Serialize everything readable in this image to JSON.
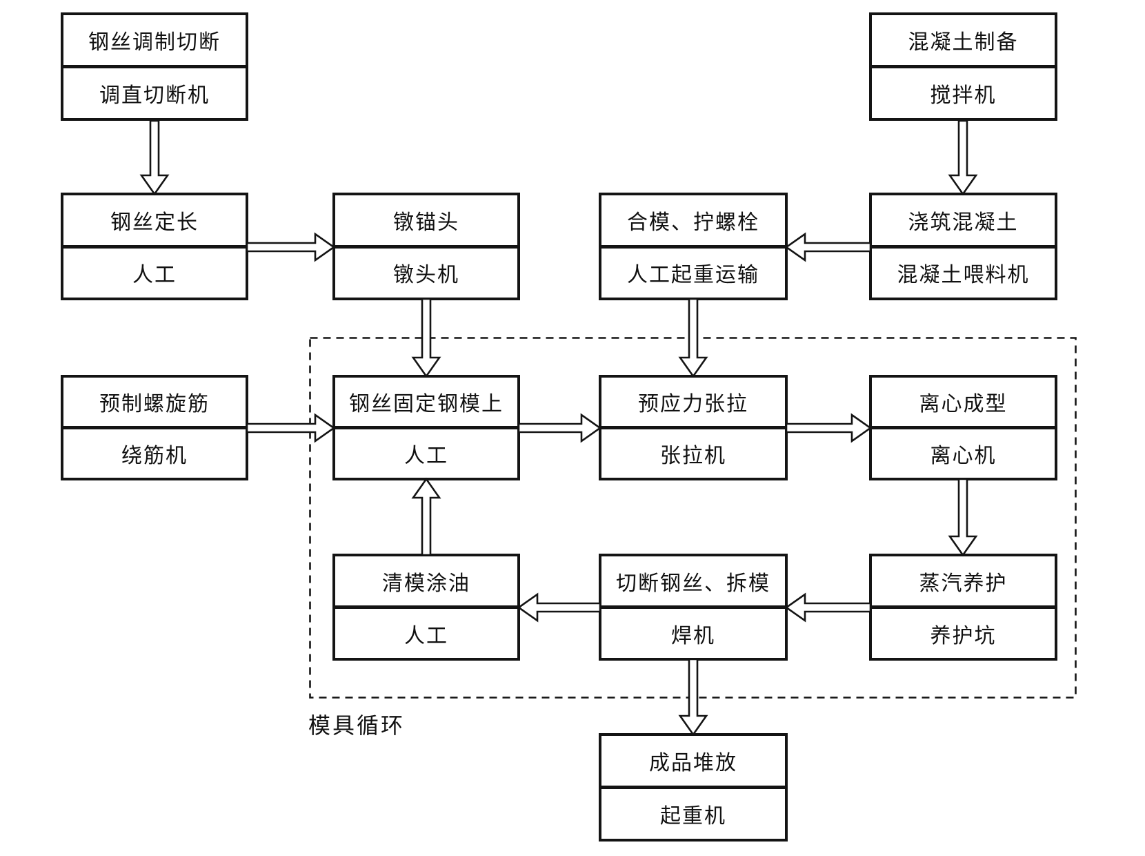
{
  "diagram": {
    "title": "",
    "region_label": "模具循环",
    "background_color": "#ffffff",
    "line_color": "#141414"
  },
  "nodes": [
    {
      "id": "wire-conditioning-cutting",
      "process": "钢丝调制切断",
      "machine": "调直切断机"
    },
    {
      "id": "concrete-preparation",
      "process": "混凝土制备",
      "machine": "搅拌机"
    },
    {
      "id": "wire-fixed-length",
      "process": "钢丝定长",
      "machine": "人工"
    },
    {
      "id": "upset-anchor-head",
      "process": "镦锚头",
      "machine": "镦头机"
    },
    {
      "id": "close-mold-bolts",
      "process": "合模、拧螺栓",
      "machine": "人工起重运输"
    },
    {
      "id": "pour-concrete",
      "process": "浇筑混凝土",
      "machine": "混凝土喂料机"
    },
    {
      "id": "prefab-spiral-rebar",
      "process": "预制螺旋筋",
      "machine": "绕筋机"
    },
    {
      "id": "fix-wire-on-mold",
      "process": "钢丝固定钢模上",
      "machine": "人工"
    },
    {
      "id": "prestress-tensioning",
      "process": "预应力张拉",
      "machine": "张拉机"
    },
    {
      "id": "centrifugal-forming",
      "process": "离心成型",
      "machine": "离心机"
    },
    {
      "id": "clean-mold-oiling",
      "process": "清模涂油",
      "machine": "人工"
    },
    {
      "id": "cut-wire-demold",
      "process": "切断钢丝、拆模",
      "machine": "焊机"
    },
    {
      "id": "steam-curing",
      "process": "蒸汽养护",
      "machine": "养护坑"
    },
    {
      "id": "finished-product-stacking",
      "process": "成品堆放",
      "machine": "起重机"
    }
  ],
  "edges": [
    {
      "from": "wire-conditioning-cutting",
      "to": "wire-fixed-length"
    },
    {
      "from": "concrete-preparation",
      "to": "pour-concrete"
    },
    {
      "from": "wire-fixed-length",
      "to": "upset-anchor-head"
    },
    {
      "from": "upset-anchor-head",
      "to": "fix-wire-on-mold"
    },
    {
      "from": "pour-concrete",
      "to": "close-mold-bolts"
    },
    {
      "from": "close-mold-bolts",
      "to": "prestress-tensioning"
    },
    {
      "from": "prefab-spiral-rebar",
      "to": "fix-wire-on-mold"
    },
    {
      "from": "fix-wire-on-mold",
      "to": "prestress-tensioning"
    },
    {
      "from": "prestress-tensioning",
      "to": "centrifugal-forming"
    },
    {
      "from": "centrifugal-forming",
      "to": "steam-curing"
    },
    {
      "from": "steam-curing",
      "to": "cut-wire-demold"
    },
    {
      "from": "cut-wire-demold",
      "to": "clean-mold-oiling"
    },
    {
      "from": "clean-mold-oiling",
      "to": "fix-wire-on-mold"
    },
    {
      "from": "cut-wire-demold",
      "to": "finished-product-stacking"
    }
  ]
}
